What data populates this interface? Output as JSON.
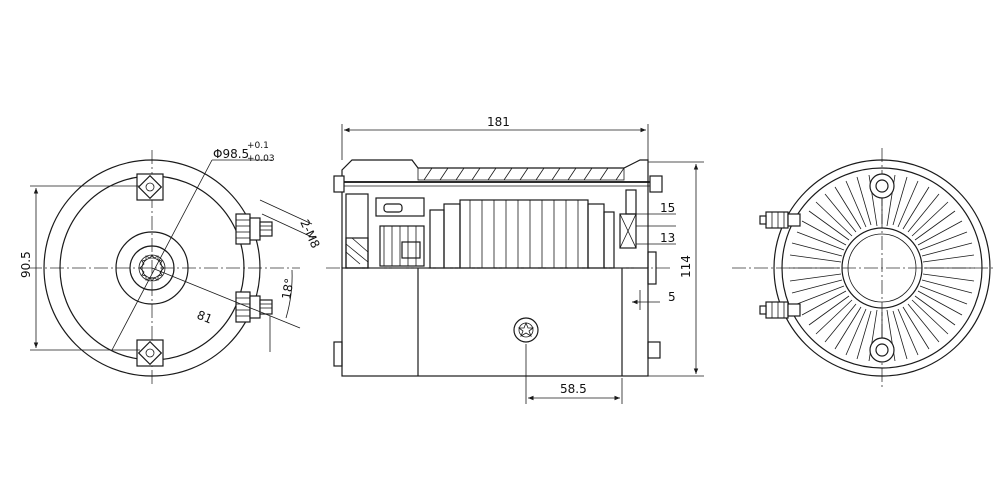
{
  "dims": {
    "overall_length": "181",
    "height": "114",
    "flange_height": "90.5",
    "offset_58_5": "58.5",
    "dim_15": "15",
    "dim_13": "13",
    "dim_5": "5",
    "radius_81": "81",
    "angle_18": "18°",
    "thread_2m8": "2-M8",
    "diameter_main": "Φ98.5",
    "tol_upper": "+0.1",
    "tol_lower": "+0.03"
  }
}
